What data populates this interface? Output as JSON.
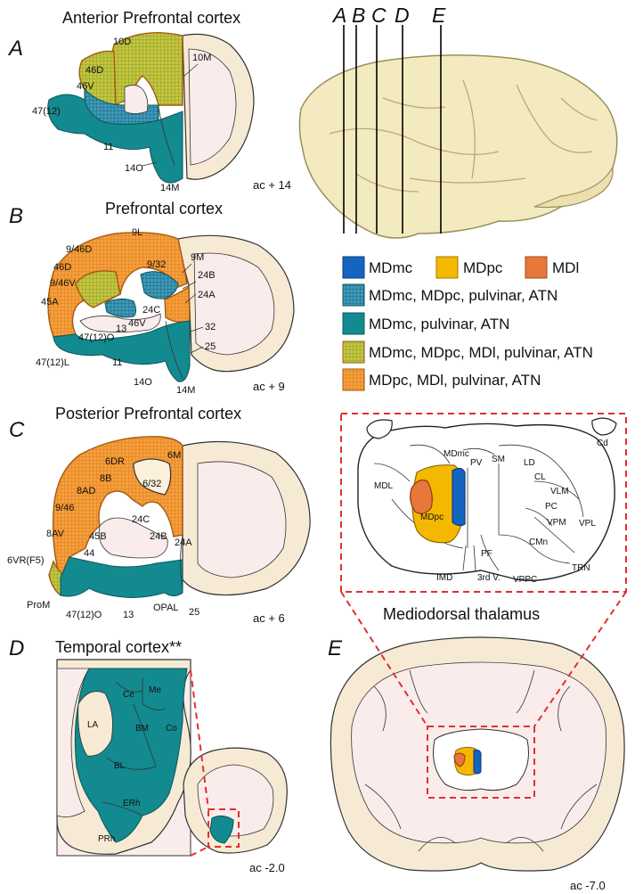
{
  "panels": {
    "A": {
      "letter": "A",
      "title": "Anterior Prefrontal cortex",
      "coord": "ac + 14",
      "labels": {
        "l10D": "10D",
        "l46D": "46D",
        "l46V": "46V",
        "l47": "47(12)",
        "l11": "11",
        "l14O": "14O",
        "l14M": "14M",
        "l10M": "10M"
      }
    },
    "B": {
      "letter": "B",
      "title": "Prefrontal cortex",
      "coord": "ac + 9",
      "labels": {
        "l9L": "9L",
        "l946D": "9/46D",
        "l46D": "46D",
        "l946V": "9/46V",
        "l45A": "45A",
        "l47L": "47(12)L",
        "l47O": "47(12)O",
        "l13": "13",
        "l11": "11",
        "l14O": "14O",
        "l14M": "14M",
        "l932": "9/32",
        "l9M": "9M",
        "l24B": "24B",
        "l24A": "24A",
        "l24C": "24C",
        "l46V": "46V",
        "l32": "32",
        "l25": "25"
      }
    },
    "C": {
      "letter": "C",
      "title": "Posterior Prefrontal cortex",
      "coord": "ac + 6",
      "labels": {
        "l6DR": "6DR",
        "l6M": "6M",
        "l8B": "8B",
        "l8AD": "8AD",
        "l632": "6/32",
        "l946": "9/46",
        "l8AV": "8AV",
        "l45B": "45B",
        "l6VR": "6VR(F5)",
        "l44": "44",
        "lProM": "ProM",
        "l47O": "47(12)O",
        "l13": "13",
        "lOPAL": "OPAL",
        "l25": "25",
        "l24C": "24C",
        "l24B": "24B",
        "l24A": "24A"
      }
    },
    "D": {
      "letter": "D",
      "title": "Temporal cortex**",
      "coord": "ac -2.0",
      "labels": {
        "LA": "LA",
        "BL": "BL",
        "BM": "BM",
        "Ce": "Ce",
        "Me": "Me",
        "Co": "Co",
        "ERh": "ERh",
        "PRh": "PRh"
      }
    },
    "E": {
      "letter": "E",
      "coord": "ac -7.0"
    }
  },
  "brain": {
    "slices": [
      "A",
      "B",
      "C",
      "D",
      "E"
    ]
  },
  "legend": {
    "items": [
      {
        "key": "MDmc",
        "label": "MDmc",
        "color": "#1565c0"
      },
      {
        "key": "MDpc",
        "label": "MDpc",
        "color": "#f5b800"
      },
      {
        "key": "MDl",
        "label": "MDl",
        "color": "#e8783a"
      },
      {
        "key": "mix1",
        "label": "MDmc, MDpc, pulvinar, ATN",
        "color": "#2e7fb0"
      },
      {
        "key": "mix2",
        "label": "MDmc, pulvinar, ATN",
        "color": "#138a8f"
      },
      {
        "key": "mix3",
        "label": "MDmc, MDpc, MDl, pulvinar, ATN",
        "color": "#b6b23a"
      },
      {
        "key": "mix4",
        "label": "MDpc, MDl, pulvinar, ATN",
        "color": "#f0922e"
      }
    ]
  },
  "thalamus": {
    "caption": "Mediodorsal thalamus",
    "labels": {
      "Cd": "Cd",
      "LD": "LD",
      "MDmc": "MDmc",
      "PV": "PV",
      "SM": "SM",
      "CL": "CL",
      "VLM": "VLM",
      "MDL": "MDL",
      "PC": "PC",
      "VPM": "VPM",
      "VPL": "VPL",
      "MDpc": "MDpc",
      "CMn": "CMn",
      "PF": "PF",
      "TRN": "TRN",
      "IMD": "IMD",
      "third": "3rd V.",
      "VPPC": "VPPC"
    }
  },
  "colors": {
    "teal": "#138a8f",
    "olive": "#b6b23a",
    "orange": "#f0922e",
    "blue": "#1565c0",
    "gold": "#f5b800",
    "red_dash": "#e03030"
  }
}
